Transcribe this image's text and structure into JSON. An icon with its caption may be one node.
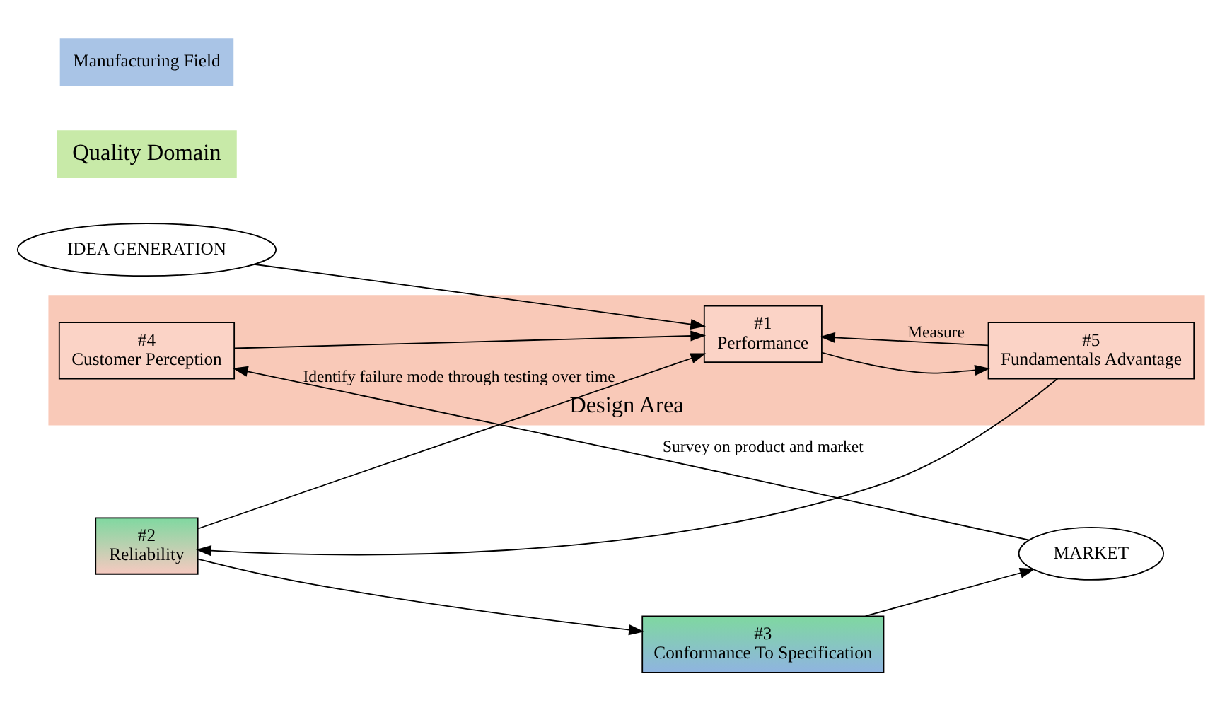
{
  "diagram": {
    "nodes": [
      {
        "text": [
          "IDEA GENERATION"
        ]
      },
      {
        "text": [
          "Quality Domain"
        ]
      },
      {
        "text": [
          "Design Area"
        ]
      },
      {
        "text": [
          "#1",
          "Performance"
        ],
        "in": 2
      },
      {
        "text": [
          "#5",
          "Fundamentals Advantage"
        ],
        "in": 2
      },
      {
        "text": [
          "#2",
          "Reliability"
        ]
      },
      {
        "text": [
          "#3",
          "Conformance To Specification"
        ]
      },
      {
        "text": [
          "MARKET"
        ]
      },
      {
        "text": [
          "#4",
          "Customer Perception"
        ],
        "in": 2
      },
      {
        "text": [
          "Manufacturing Field"
        ]
      }
    ],
    "edges": [
      {
        "from": 0,
        "to": 3,
        "arrow": "to"
      },
      {
        "from": 3,
        "to": 4,
        "arrow": "to"
      },
      {
        "from": 4,
        "to": 5,
        "arrow": "to"
      },
      {
        "from": 5,
        "to": 6,
        "arrow": "to"
      },
      {
        "from": 6,
        "to": 7,
        "arrow": "to"
      },
      {
        "from": 4,
        "to": 3,
        "label": "Measure",
        "arrow": "to"
      },
      {
        "from": 5,
        "to": 3,
        "label": "Identify failure mode through testing over time",
        "arrow": "to"
      },
      {
        "from": 7,
        "to": 8,
        "label": "Survey on product and market",
        "arrow": "to"
      },
      {
        "from": 8,
        "to": 3,
        "arrow": "to"
      }
    ]
  }
}
